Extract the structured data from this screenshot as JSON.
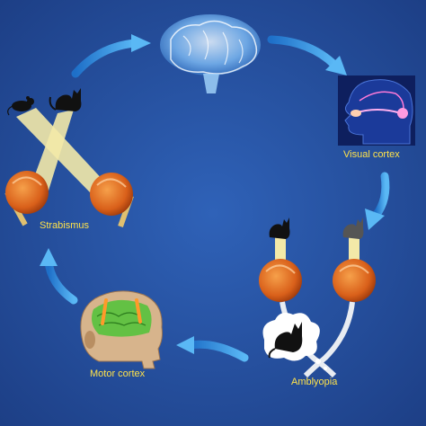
{
  "labels": {
    "visual_cortex": "Visual cortex",
    "strabismus": "Strabismus",
    "amblyopia": "Amblyopia",
    "motor_cortex": "Motor cortex"
  },
  "colors": {
    "background": "#2650a0",
    "label": "#ffe24a",
    "arrow": "#3a9be8",
    "light_beam": "#f3e9a8",
    "eye": "#e06a1c"
  },
  "icons": [
    "brain-icon",
    "visual-cortex-head-icon",
    "motor-cortex-head-icon",
    "cat-icon",
    "mouse-icon",
    "thought-cloud-icon",
    "eye-icon"
  ]
}
